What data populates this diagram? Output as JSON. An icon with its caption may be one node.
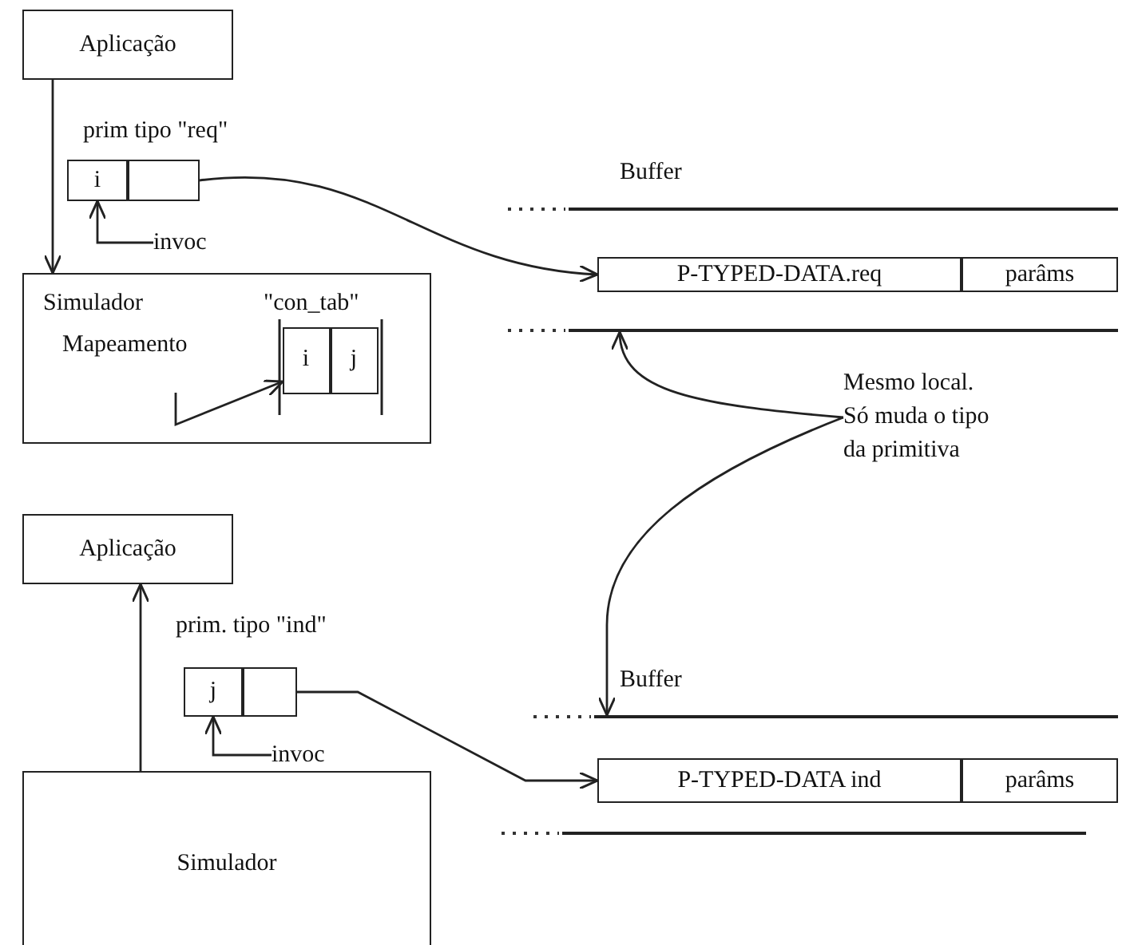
{
  "diagram": {
    "nodes": [
      {
        "text": [
          "Aplicação"
        ]
      },
      {
        "text": [
          "i"
        ]
      },
      {
        "text": [],
        "shape": "box"
      },
      {
        "text": [
          "invoc"
        ]
      },
      {
        "text": [
          "Simulador",
          "\"con_tab\"",
          "Mapeamento"
        ]
      },
      {
        "text": [
          "i"
        ],
        "in": 4
      },
      {
        "text": [
          "j"
        ],
        "in": 4
      },
      {
        "text": [],
        "shape": "bar"
      },
      {
        "text": [
          "P-TYPED-DATA.req"
        ]
      },
      {
        "text": [
          "parâms"
        ]
      },
      {
        "text": [],
        "shape": "bar"
      },
      {
        "text": [
          "Mesmo local. Só muda o tipo da primitiva"
        ]
      },
      {
        "text": [
          "Aplicação"
        ]
      },
      {
        "text": [
          "j"
        ]
      },
      {
        "text": [],
        "shape": "box"
      },
      {
        "text": [
          "invoc"
        ]
      },
      {
        "text": [
          "Simulador"
        ]
      },
      {
        "text": [],
        "shape": "bar"
      },
      {
        "text": [
          "P-TYPED-DATA ind"
        ]
      },
      {
        "text": [
          "parâms"
        ]
      },
      {
        "text": [],
        "shape": "bar"
      }
    ],
    "edges": [
      {
        "from": 0,
        "to": 4,
        "arrow": "to"
      },
      {
        "from": 3,
        "to": 1,
        "arrow": "to"
      },
      {
        "from": 2,
        "to": 8,
        "arrow": "to"
      },
      {
        "from": null,
        "to": 5,
        "arrow": "to"
      },
      {
        "from": 11,
        "to": 10,
        "arrow": "to"
      },
      {
        "from": 11,
        "to": 17,
        "arrow": "to"
      },
      {
        "from": 16,
        "to": 12,
        "arrow": "to"
      },
      {
        "from": 15,
        "to": 13,
        "arrow": "to"
      },
      {
        "from": 14,
        "to": 18,
        "arrow": "to"
      }
    ],
    "labels": [
      "prim tipo \"req\"",
      "Buffer",
      "prim. tipo \"ind\"",
      "Buffer"
    ]
  }
}
